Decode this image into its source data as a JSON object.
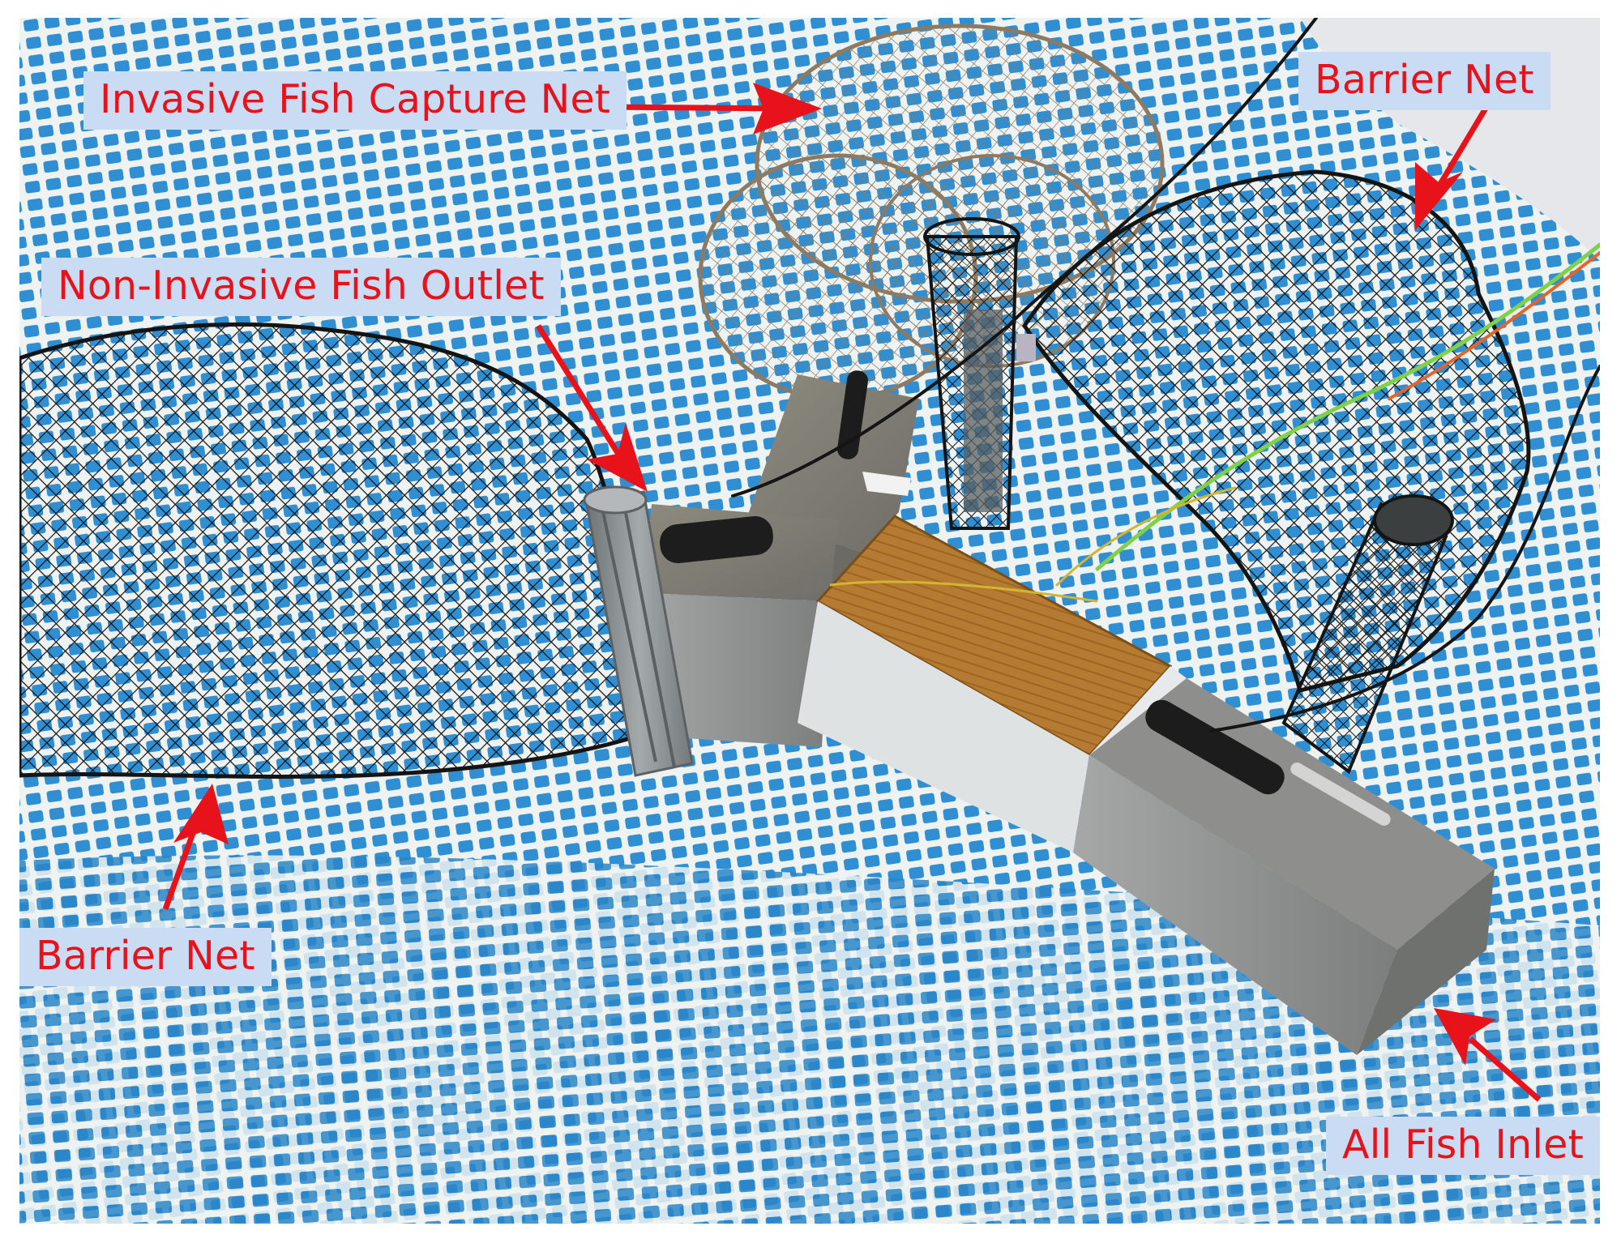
{
  "photo": {
    "description_icon": "fish-separation-apparatus-photo",
    "colors": {
      "pool_liner": "#2f8fd2",
      "liner_grid": "#eef2f0",
      "label_background": "#c9dcf3",
      "label_text": "#e8121b",
      "arrow": "#e8121b",
      "net": "#141414",
      "capture_net": "#8d7a63",
      "metal_box": "#8e8f8c",
      "acrylic_panel": "#d9dcdd",
      "amber_plate": "#b57b32",
      "frame_rail": "#8f9496"
    }
  },
  "annotations": {
    "capture_net": "Invasive Fish Capture Net",
    "outlet": "Non-Invasive Fish Outlet",
    "barrier_net_right": "Barrier Net",
    "barrier_net_left": "Barrier Net",
    "inlet": "All Fish Inlet"
  }
}
